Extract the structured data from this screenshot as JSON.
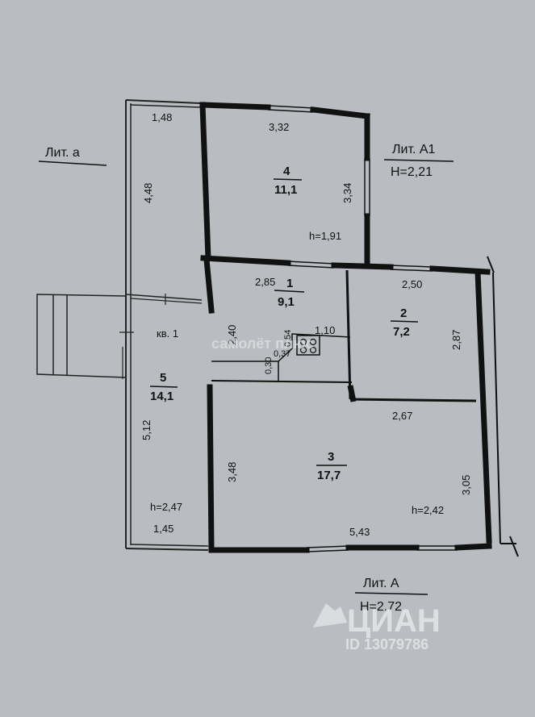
{
  "labels": {
    "lit_a": "Лит. а",
    "lit_a1": "Лит. А1",
    "lit_a1_height": "Н=2,21",
    "lit_main": "Лит. А",
    "lit_main_height": "Н=2,72",
    "kv": "кв. 1"
  },
  "rooms": [
    {
      "id": "room-1",
      "number": "1",
      "area": "9,1"
    },
    {
      "id": "room-2",
      "number": "2",
      "area": "7,2"
    },
    {
      "id": "room-3",
      "number": "3",
      "area": "17,7"
    },
    {
      "id": "room-4",
      "number": "4",
      "area": "11,1"
    },
    {
      "id": "room-5",
      "number": "5",
      "area": "14,1"
    }
  ],
  "dims": {
    "veranda_top": "1,48",
    "veranda_left": "4,48",
    "veranda_side": "5,12",
    "veranda_bottom": "1,45",
    "veranda_h": "h=2,47",
    "r4_top": "3,32",
    "r4_right": "3,34",
    "r4_h": "h=1,91",
    "r1_top": "2,85",
    "r1_left": "2,40",
    "r1_stair": "1,10",
    "r1_054": "0,54",
    "r1_037": "0,37",
    "r1_030": "0,30",
    "r2_top": "2,50",
    "r2_right": "2,87",
    "r3_top": "2,67",
    "r3_left": "3,48",
    "r3_right": "3,05",
    "r3_bottom": "5,43",
    "r3_h": "h=2,42"
  },
  "watermark": {
    "brand": "ЦИАН",
    "id": "ID 13079786",
    "agency": "самолёт плюс"
  },
  "colors": {
    "background": "#b9bcc1",
    "wall": "#111111"
  }
}
